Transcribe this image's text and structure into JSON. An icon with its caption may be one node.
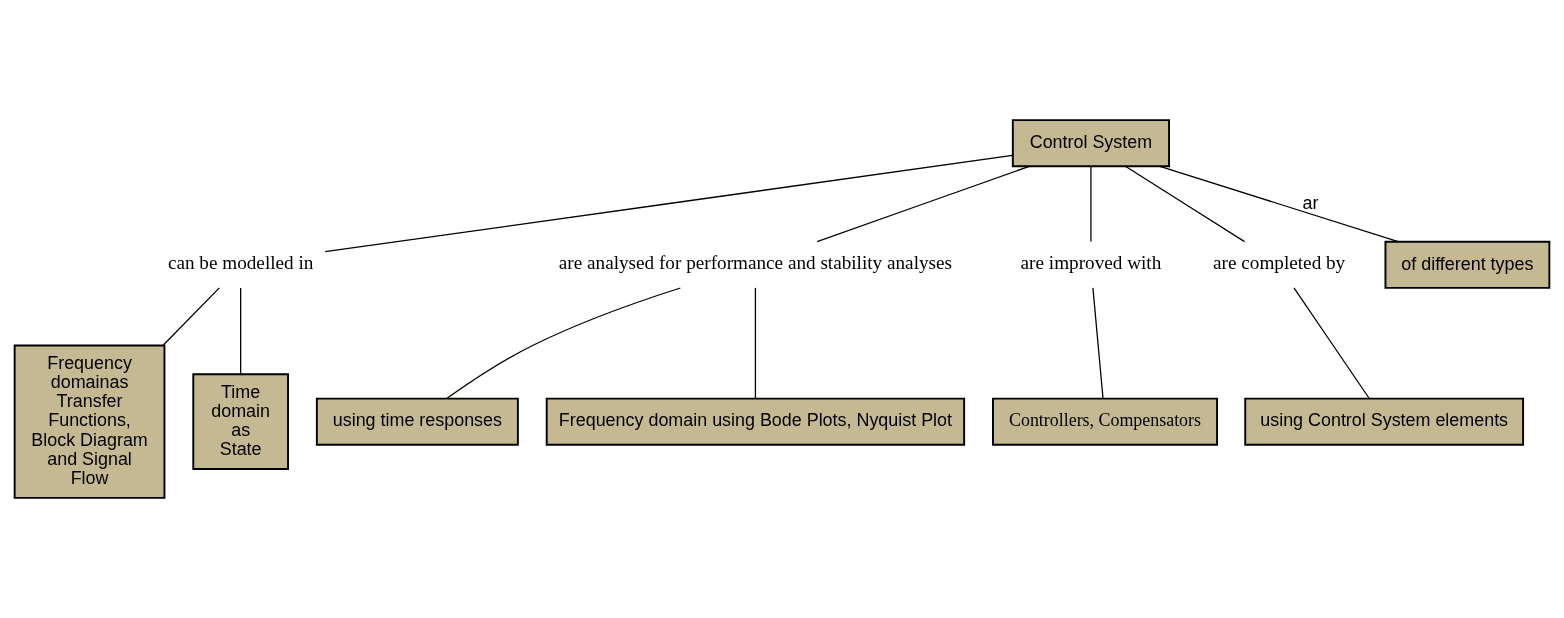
{
  "diagram": {
    "nodes": [
      {
        "text": [
          "Control System"
        ]
      },
      {
        "text": [
          "can be modelled in"
        ]
      },
      {
        "text": [
          "are analysed for performance and stability analyses"
        ]
      },
      {
        "text": [
          "are improved with"
        ]
      },
      {
        "text": [
          "are completed by"
        ]
      },
      {
        "text": [
          "of different types"
        ]
      },
      {
        "text": [
          "Frequency domainas Transfer Functions, Block Diagram and Signal Flow"
        ]
      },
      {
        "text": [
          "Time domain as State"
        ]
      },
      {
        "text": [
          "using time responses"
        ]
      },
      {
        "text": [
          "Frequency domain using Bode Plots, Nyquist Plot"
        ]
      },
      {
        "text": [
          "Controllers, Compensators"
        ]
      },
      {
        "text": [
          "using Control System elements"
        ]
      }
    ],
    "edges": [
      {
        "from": 0,
        "to": 1,
        "arrow": "none"
      },
      {
        "from": 0,
        "to": 2,
        "arrow": "none"
      },
      {
        "from": 0,
        "to": 3,
        "arrow": "none"
      },
      {
        "from": 0,
        "to": 4,
        "arrow": "none"
      },
      {
        "from": 0,
        "to": 5,
        "arrow": "none",
        "label": "ar"
      },
      {
        "from": 1,
        "to": 6,
        "arrow": "none"
      },
      {
        "from": 1,
        "to": 7,
        "arrow": "none"
      },
      {
        "from": 2,
        "to": 8,
        "arrow": "none"
      },
      {
        "from": 2,
        "to": 9,
        "arrow": "none"
      },
      {
        "from": 3,
        "to": 10,
        "arrow": "none"
      },
      {
        "from": 4,
        "to": 11,
        "arrow": "none"
      }
    ]
  }
}
